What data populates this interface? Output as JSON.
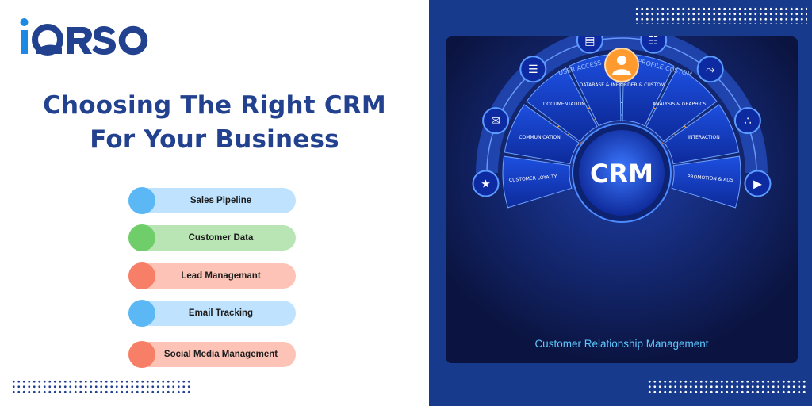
{
  "brand": {
    "logo_text": "iQRSO",
    "primary_color": "#22418f",
    "accent_color": "#1e88e5"
  },
  "headline": {
    "line1": "Choosing The Right CRM",
    "line2": "For Your Business"
  },
  "features": [
    {
      "label": "Sales Pipeline",
      "color": "#bfe3ff",
      "dot": "#5bb8f5"
    },
    {
      "label": "Customer Data",
      "color": "#b9e5b4",
      "dot": "#6fcd6a"
    },
    {
      "label": "Lead Managemant",
      "color": "#fcc3b6",
      "dot": "#f77f67"
    },
    {
      "label": "Email Tracking",
      "color": "#bfe3ff",
      "dot": "#5bb8f5"
    },
    {
      "label": "Social Media Management",
      "color": "#fcc3b6",
      "dot": "#f77f67"
    }
  ],
  "diagram": {
    "center": "CRM",
    "top_left_arc": "USER ACCESS",
    "top_right_arc": "PROFILE CUSTOM",
    "segments": [
      {
        "label": "CUSTOMER LOYALTY",
        "icon": "handshake-star-icon"
      },
      {
        "label": "COMMUNICATION",
        "icon": "chat-bubble-icon"
      },
      {
        "label": "DOCUMENTATION",
        "icon": "document-icon"
      },
      {
        "label": "DATABASE & INFO",
        "icon": "database-icon"
      },
      {
        "label": "ORDER & CUSTOM",
        "icon": "clipboard-icon"
      },
      {
        "label": "ANALYSIS & GRAPHICS",
        "icon": "line-chart-icon"
      },
      {
        "label": "INTERACTION",
        "icon": "network-icon"
      },
      {
        "label": "PROMOTION & ADS",
        "icon": "megaphone-icon"
      }
    ],
    "caption": "Customer Relationship Management"
  }
}
